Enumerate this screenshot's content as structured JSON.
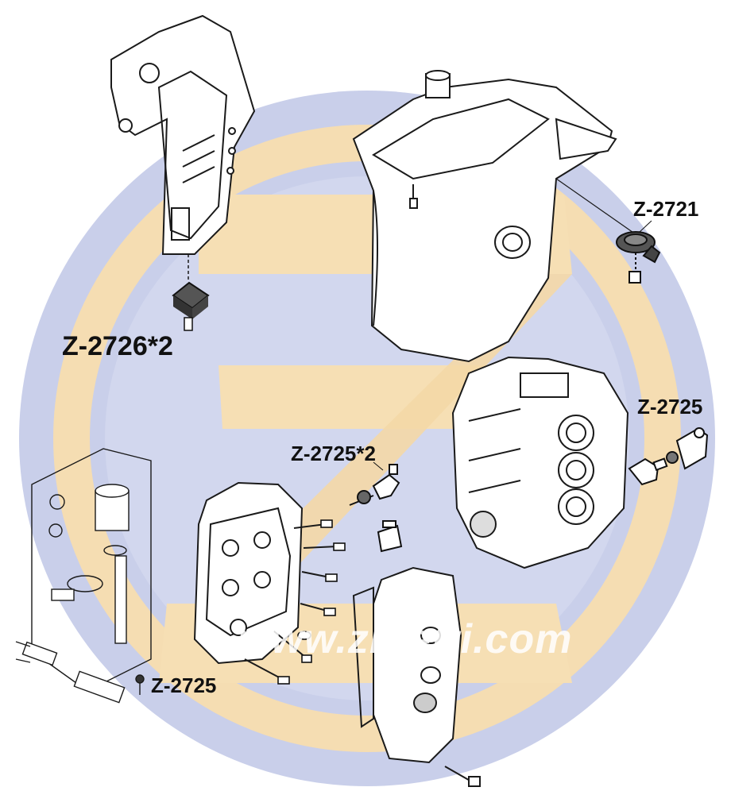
{
  "callouts": {
    "z2721": "Z-2721",
    "z2726": "Z-2726*2",
    "z2725_right": "Z-2725",
    "z2725_center": "Z-2725*2",
    "z2725_bottom": "Z-2725"
  },
  "watermark": {
    "text": "www.zinetti.com",
    "colors": {
      "blue": "#c7cde9",
      "gold": "#f3dcb0"
    }
  },
  "line_color": "#1a1a1a"
}
